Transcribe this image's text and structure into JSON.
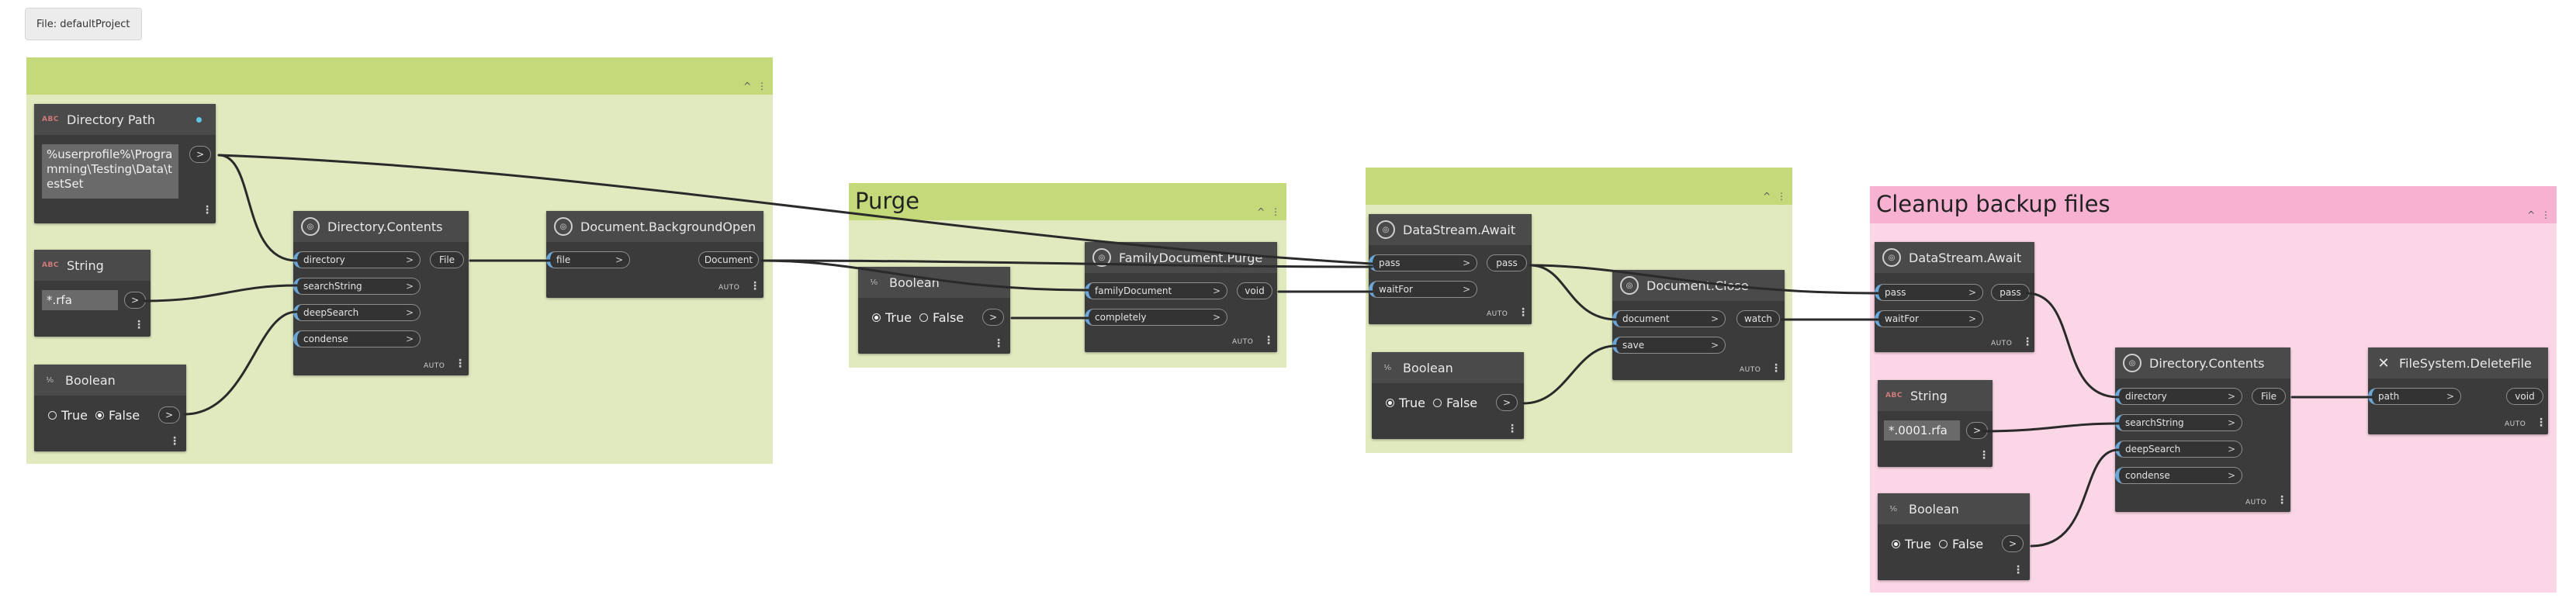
{
  "file_tab": "File: defaultProject",
  "groups": {
    "purge": "Purge",
    "cleanup": "Cleanup backup files",
    "collapse_icon": "^ ⋮"
  },
  "nodes": {
    "directory_path": {
      "title": "Directory Path",
      "icon": "ABC",
      "value": "%userprofile%\\Programming\\Testing\\Data\\testSet",
      "out": ">"
    },
    "string1": {
      "title": "String",
      "icon": "ABC",
      "value": "*.rfa",
      "out": ">"
    },
    "boolean1": {
      "title": "Boolean",
      "icon": "⅟₀",
      "true_label": "True",
      "false_label": "False",
      "out": ">"
    },
    "dir_contents1": {
      "title": "Directory.Contents",
      "inputs": [
        "directory",
        "searchString",
        "deepSearch",
        "condense"
      ],
      "output": "File",
      "auto": "AUTO"
    },
    "bg_open": {
      "title": "Document.BackgroundOpen",
      "inputs": [
        "file"
      ],
      "output": "Document",
      "auto": "AUTO"
    },
    "boolean2": {
      "title": "Boolean",
      "icon": "⅟₀",
      "true_label": "True",
      "false_label": "False",
      "out": ">"
    },
    "family_purge": {
      "title": "FamilyDocument.Purge",
      "inputs": [
        "familyDocument",
        "completely"
      ],
      "output": "void",
      "auto": "AUTO"
    },
    "await1": {
      "title": "DataStream.Await",
      "inputs": [
        "pass",
        "waitFor"
      ],
      "output": "pass",
      "auto": "AUTO"
    },
    "boolean3": {
      "title": "Boolean",
      "icon": "⅟₀",
      "true_label": "True",
      "false_label": "False",
      "out": ">"
    },
    "doc_close": {
      "title": "Document.Close",
      "inputs": [
        "document",
        "save"
      ],
      "output": "watch",
      "auto": "AUTO"
    },
    "await2": {
      "title": "DataStream.Await",
      "inputs": [
        "pass",
        "waitFor"
      ],
      "output": "pass",
      "auto": "AUTO"
    },
    "string2": {
      "title": "String",
      "icon": "ABC",
      "value": "*.0001.rfa",
      "out": ">"
    },
    "boolean4": {
      "title": "Boolean",
      "icon": "⅟₀",
      "true_label": "True",
      "false_label": "False",
      "out": ">"
    },
    "dir_contents2": {
      "title": "Directory.Contents",
      "inputs": [
        "directory",
        "searchString",
        "deepSearch",
        "condense"
      ],
      "output": "File",
      "auto": "AUTO"
    },
    "delete_file": {
      "title": "FileSystem.DeleteFile",
      "inputs": [
        "path"
      ],
      "output": "void",
      "auto": "AUTO"
    }
  },
  "colors": {
    "green_header": "#c3d97a",
    "green_body": "#e1e9bf",
    "pink_header": "#f7b1d1",
    "pink_body": "#fbd6e6",
    "node_bg": "#3b3b3b",
    "port_accent": "#6aa6d6",
    "wire": "#2a2a2a"
  }
}
